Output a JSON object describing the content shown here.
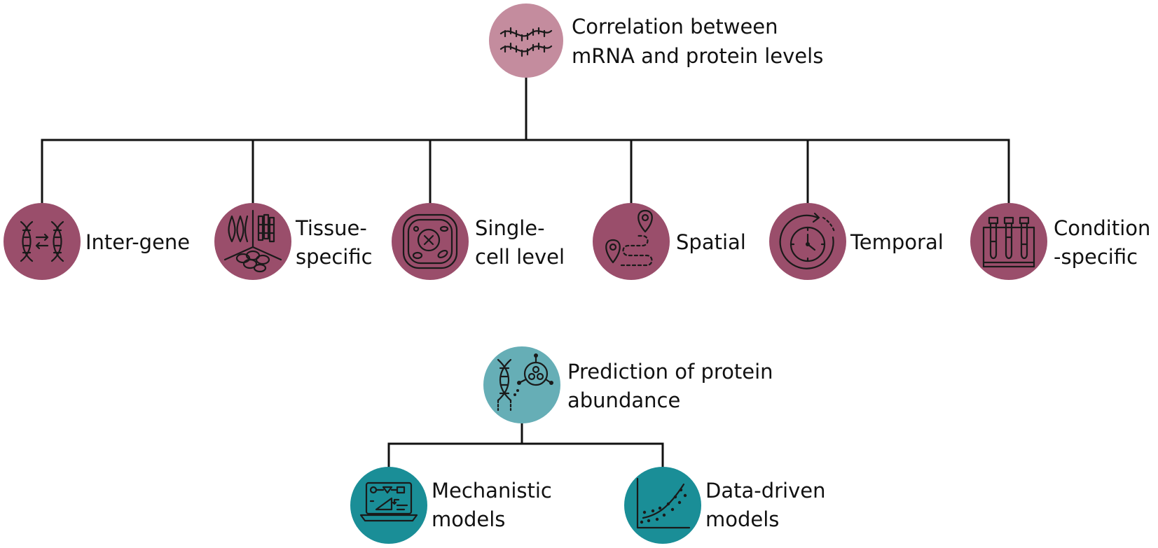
{
  "colors": {
    "root_circle": "#c48c9e",
    "category_circle": "#9a4e6b",
    "prediction_root_circle": "#66aeb6",
    "prediction_model_circle": "#1a8e97",
    "connector": "#111111"
  },
  "correlation": {
    "title_lines": [
      "Correlation between",
      "mRNA and protein levels"
    ],
    "icon": "mrna-strands-icon",
    "categories": [
      {
        "id": "inter-gene",
        "label_lines": [
          "Inter-gene"
        ],
        "icon": "dna-double-helix-icon"
      },
      {
        "id": "tissue-specific",
        "label_lines": [
          "Tissue-",
          "specific"
        ],
        "icon": "tissue-types-icon"
      },
      {
        "id": "single-cell-level",
        "label_lines": [
          "Single-",
          "cell level"
        ],
        "icon": "cell-icon"
      },
      {
        "id": "spatial",
        "label_lines": [
          "Spatial"
        ],
        "icon": "location-path-icon"
      },
      {
        "id": "temporal",
        "label_lines": [
          "Temporal"
        ],
        "icon": "clock-cycle-icon"
      },
      {
        "id": "condition-specific",
        "label_lines": [
          "Condition",
          "-specific"
        ],
        "icon": "test-tubes-icon"
      }
    ]
  },
  "prediction": {
    "title_lines": [
      "Prediction of protein",
      "abundance"
    ],
    "icon": "dna-molecule-icon",
    "models": [
      {
        "id": "mechanistic-models",
        "label_lines": [
          "Mechanistic",
          "models"
        ],
        "icon": "laptop-diagram-icon"
      },
      {
        "id": "data-driven-models",
        "label_lines": [
          "Data-driven",
          "models"
        ],
        "icon": "scatter-fit-icon"
      }
    ]
  }
}
